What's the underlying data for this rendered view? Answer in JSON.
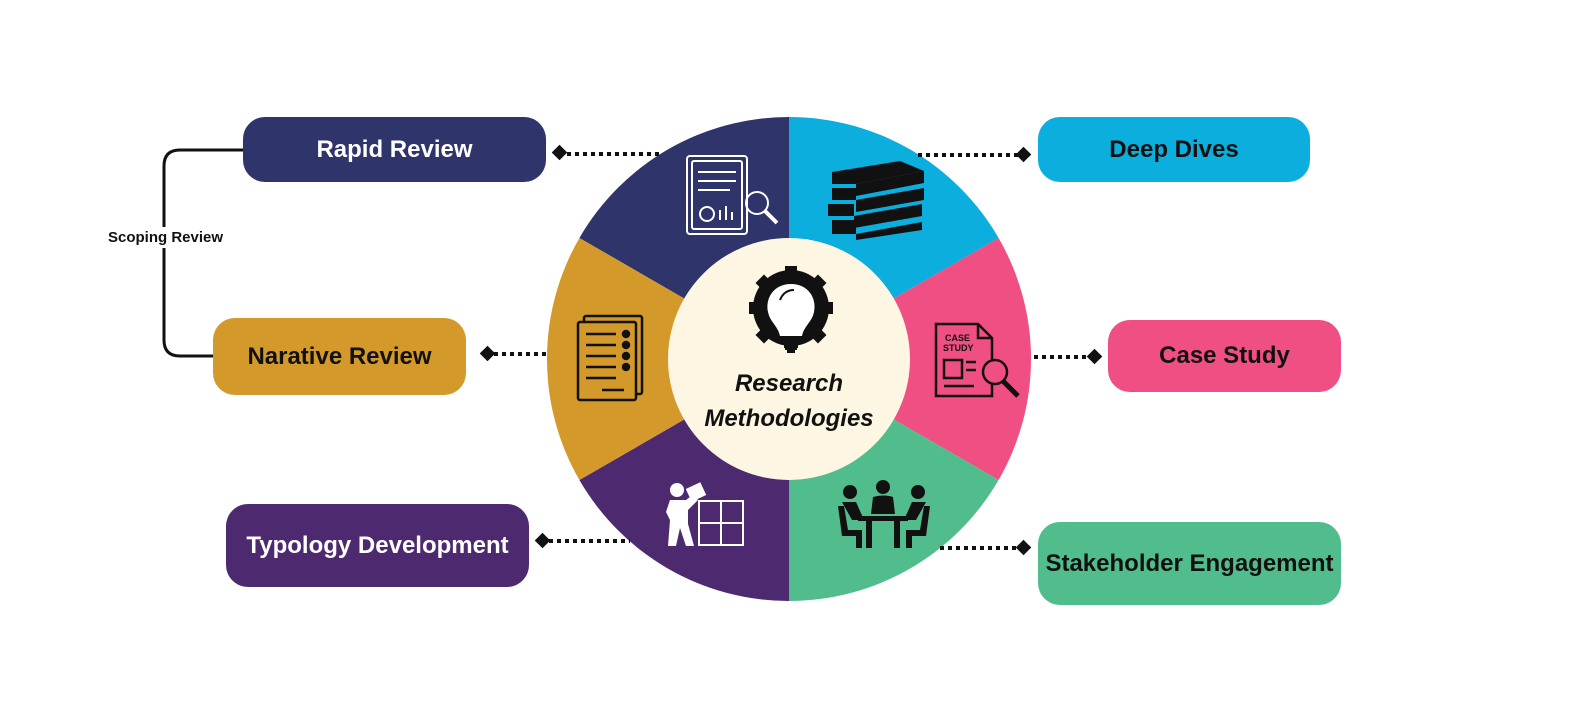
{
  "center": {
    "line1": "Research",
    "line2": "Methodologies",
    "icon": "lightbulb-gear-icon"
  },
  "methods": [
    {
      "label": "Rapid Review",
      "color": "#2f346b",
      "text_color": "#ffffff",
      "icon": "report-magnifier-icon"
    },
    {
      "label": "Deep Dives",
      "color": "#0baedc",
      "text_color": "#111111",
      "icon": "books-stack-icon"
    },
    {
      "label": "Case Study",
      "color": "#ef4f82",
      "text_color": "#111111",
      "icon": "case-study-icon"
    },
    {
      "label": "Stakeholder Engagement",
      "color": "#52bd8c",
      "text_color": "#111111",
      "icon": "meeting-table-icon"
    },
    {
      "label": "Typology Development",
      "color": "#4d2a6f",
      "text_color": "#ffffff",
      "icon": "puzzle-person-icon"
    },
    {
      "label": "Narative Review",
      "color": "#d4992b",
      "text_color": "#111111",
      "icon": "documents-list-icon"
    }
  ],
  "bracket": {
    "label": "Scoping Review"
  },
  "case_study_icon_text": {
    "line1": "CASE",
    "line2": "STUDY"
  },
  "colors": {
    "center_fill": "#fdf6e3",
    "connector": "#111111"
  }
}
